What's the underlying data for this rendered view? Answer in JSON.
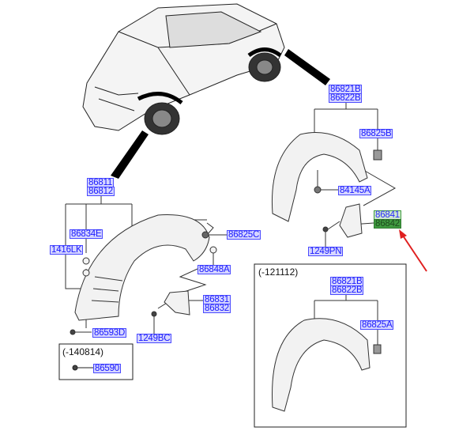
{
  "front_group": {
    "part_numbers": [
      "86811",
      "86812"
    ],
    "parts": {
      "p86834E": "86834E",
      "p1416LK": "1416LK",
      "p86825C": "86825C",
      "p86848A": "86848A",
      "p86831": "86831",
      "p86832": "86832",
      "p86593D": "86593D",
      "p1249BC": "1249BC"
    },
    "variant_box": {
      "label": "(-140814)",
      "part": "86590"
    }
  },
  "rear_group": {
    "part_numbers": [
      "86821B",
      "86822B"
    ],
    "parts": {
      "p86825B": "86825B",
      "p84145A": "84145A",
      "p86841": "86841",
      "p86842": "86842",
      "p1249PN": "1249PN"
    },
    "variant_box": {
      "label": "(-121112)",
      "part_numbers": [
        "86821B",
        "86822B"
      ],
      "part": "86825A"
    }
  },
  "highlight": {
    "part": "86842",
    "color": "#3f9a3f",
    "arrow_color": "#e02020"
  }
}
